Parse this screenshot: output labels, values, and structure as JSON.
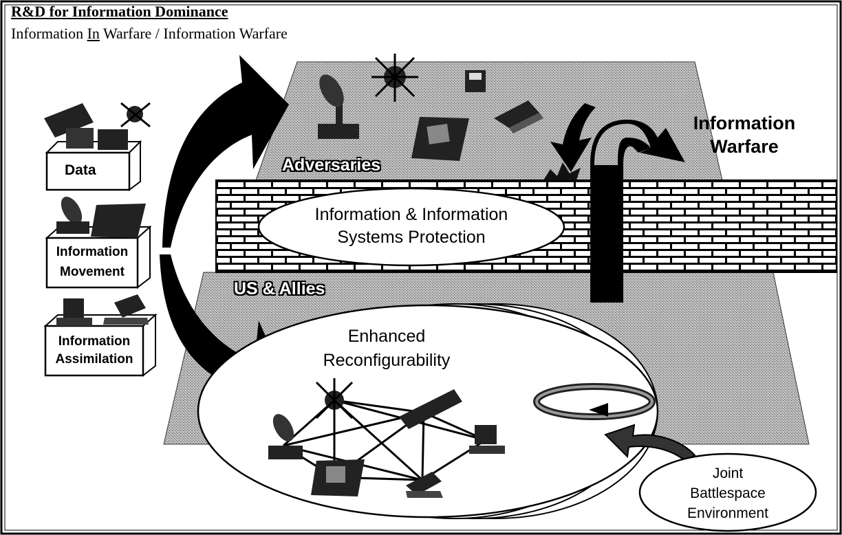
{
  "header": {
    "title": "R&D for Information Dominance",
    "subtitle_pre": "Information ",
    "subtitle_in": "In",
    "subtitle_post": " Warfare / Information Warfare"
  },
  "boxes": {
    "data": "Data",
    "movement_line1": "Information",
    "movement_line2": "Movement",
    "assimilation_line1": "Information",
    "assimilation_line2": "Assimilation"
  },
  "labels": {
    "adversaries": "Adversaries",
    "us_allies": "US & Allies",
    "protection_line1": "Information & Information",
    "protection_line2": "Systems Protection",
    "info_warfare_line1": "Information",
    "info_warfare_line2": "Warfare",
    "enhanced_line1": "Enhanced",
    "enhanced_line2": "Reconfigurability",
    "joint_line1": "Joint",
    "joint_line2": "Battlespace",
    "joint_line3": "Environment"
  },
  "colors": {
    "ground": "#a8a8a8",
    "ground_dark": "#7c7c7c",
    "wall": "#ffffff",
    "mortar": "#000000",
    "arrow": "#000000"
  },
  "icons": [
    "satellite-dish-icon",
    "satellite-icon",
    "floppy-disk-icon",
    "phone-icon",
    "laptop-icon",
    "computer-icon",
    "explosion-icon"
  ]
}
